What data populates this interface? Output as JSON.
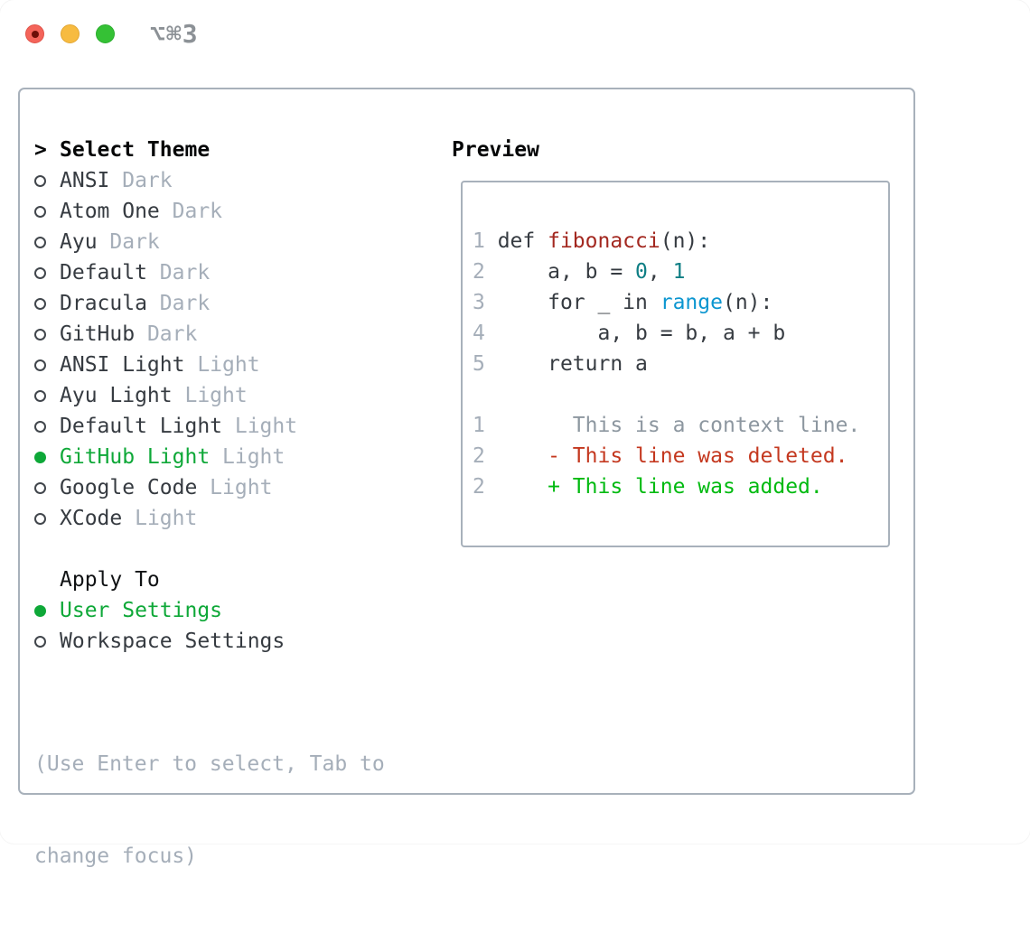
{
  "window": {
    "title": "⌥⌘3",
    "controls": [
      {
        "name": "close",
        "color": "#f4645a",
        "has_inner_dot": true,
        "inner_dot_color": "#6e0f08"
      },
      {
        "name": "minimize",
        "color": "#f7bb40",
        "has_inner_dot": false
      },
      {
        "name": "zoom",
        "color": "#35c135",
        "has_inner_dot": false
      }
    ]
  },
  "theme_picker": {
    "prompt": ">",
    "title": "Select Theme",
    "themes": [
      {
        "name": "ANSI",
        "variant": "Dark",
        "selected": false
      },
      {
        "name": "Atom One",
        "variant": "Dark",
        "selected": false
      },
      {
        "name": "Ayu",
        "variant": "Dark",
        "selected": false
      },
      {
        "name": "Default",
        "variant": "Dark",
        "selected": false
      },
      {
        "name": "Dracula",
        "variant": "Dark",
        "selected": false
      },
      {
        "name": "GitHub",
        "variant": "Dark",
        "selected": false
      },
      {
        "name": "ANSI Light",
        "variant": "Light",
        "selected": false
      },
      {
        "name": "Ayu Light",
        "variant": "Light",
        "selected": false
      },
      {
        "name": "Default Light",
        "variant": "Light",
        "selected": false
      },
      {
        "name": "GitHub Light",
        "variant": "Light",
        "selected": true
      },
      {
        "name": "Google Code",
        "variant": "Light",
        "selected": false
      },
      {
        "name": "XCode",
        "variant": "Light",
        "selected": false
      }
    ],
    "apply_to": {
      "title": "Apply To",
      "options": [
        {
          "label": "User Settings",
          "selected": true
        },
        {
          "label": "Workspace Settings",
          "selected": false
        }
      ]
    },
    "hint_lines": [
      "(Use Enter to select, Tab to",
      "change focus)"
    ]
  },
  "preview": {
    "title": "Preview",
    "lines": [
      {
        "segments": [
          [
            "1 ",
            "ln"
          ],
          [
            "def ",
            "code"
          ],
          [
            "fibonacci",
            "func"
          ],
          [
            "(n):",
            "code"
          ]
        ]
      },
      {
        "segments": [
          [
            "2 ",
            "ln"
          ],
          [
            "    a, b = ",
            "code"
          ],
          [
            "0",
            "num"
          ],
          [
            ", ",
            "code"
          ],
          [
            "1",
            "num"
          ]
        ]
      },
      {
        "segments": [
          [
            "3 ",
            "ln"
          ],
          [
            "    for _ in ",
            "code"
          ],
          [
            "range",
            "bi"
          ],
          [
            "(n):",
            "code"
          ]
        ]
      },
      {
        "segments": [
          [
            "4 ",
            "ln"
          ],
          [
            "        a, b = b, a + b",
            "code"
          ]
        ]
      },
      {
        "segments": [
          [
            "5 ",
            "ln"
          ],
          [
            "    return a",
            "code"
          ]
        ]
      },
      {
        "blank": true
      },
      {
        "segments": [
          [
            "1 ",
            "ln"
          ],
          [
            "      This is a context line.",
            "ctx"
          ]
        ]
      },
      {
        "segments": [
          [
            "2 ",
            "ln"
          ],
          [
            "    - This line was deleted.",
            "del"
          ]
        ]
      },
      {
        "segments": [
          [
            "2 ",
            "ln"
          ],
          [
            "    + This line was added.",
            "add"
          ]
        ]
      }
    ]
  },
  "palette": {
    "panel_border": "#a8b1bb",
    "text_dark": "#363b41",
    "text_muted": "#a5aeb9",
    "header_black": "#050607",
    "selection_green": "#0ea838",
    "diff_added_green": "#00ba10",
    "diff_deleted_red": "#c4381f",
    "function_red": "#a32820",
    "number_teal": "#0e7e84",
    "builtin_blue": "#0c96d0",
    "context_gray": "#8d97a0",
    "titlebar_gray": "#8c9196"
  }
}
